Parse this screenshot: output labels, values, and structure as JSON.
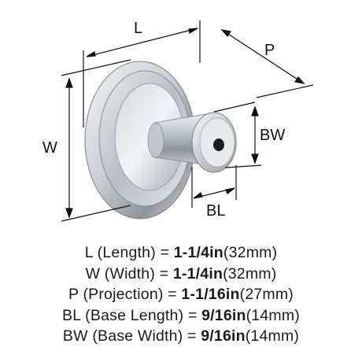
{
  "dimension_labels": {
    "length": "L",
    "width": "W",
    "projection": "P",
    "base_length": "BL",
    "base_width": "BW"
  },
  "specs": [
    {
      "abbr": "L",
      "name": "(Length)",
      "eq": "=",
      "imperial": "1-1/4in",
      "metric": "(32mm)"
    },
    {
      "abbr": "W",
      "name": "(Width)",
      "eq": "=",
      "imperial": "1-1/4in",
      "metric": "(32mm)"
    },
    {
      "abbr": "P",
      "name": "(Projection)",
      "eq": "=",
      "imperial": "1-1/16in",
      "metric": "(27mm)"
    },
    {
      "abbr": "BL",
      "name": "(Base Length)",
      "eq": "=",
      "imperial": "9/16in",
      "metric": "(14mm)"
    },
    {
      "abbr": "BW",
      "name": "(Base Width)",
      "eq": "=",
      "imperial": "9/16in",
      "metric": "(14mm)"
    }
  ]
}
